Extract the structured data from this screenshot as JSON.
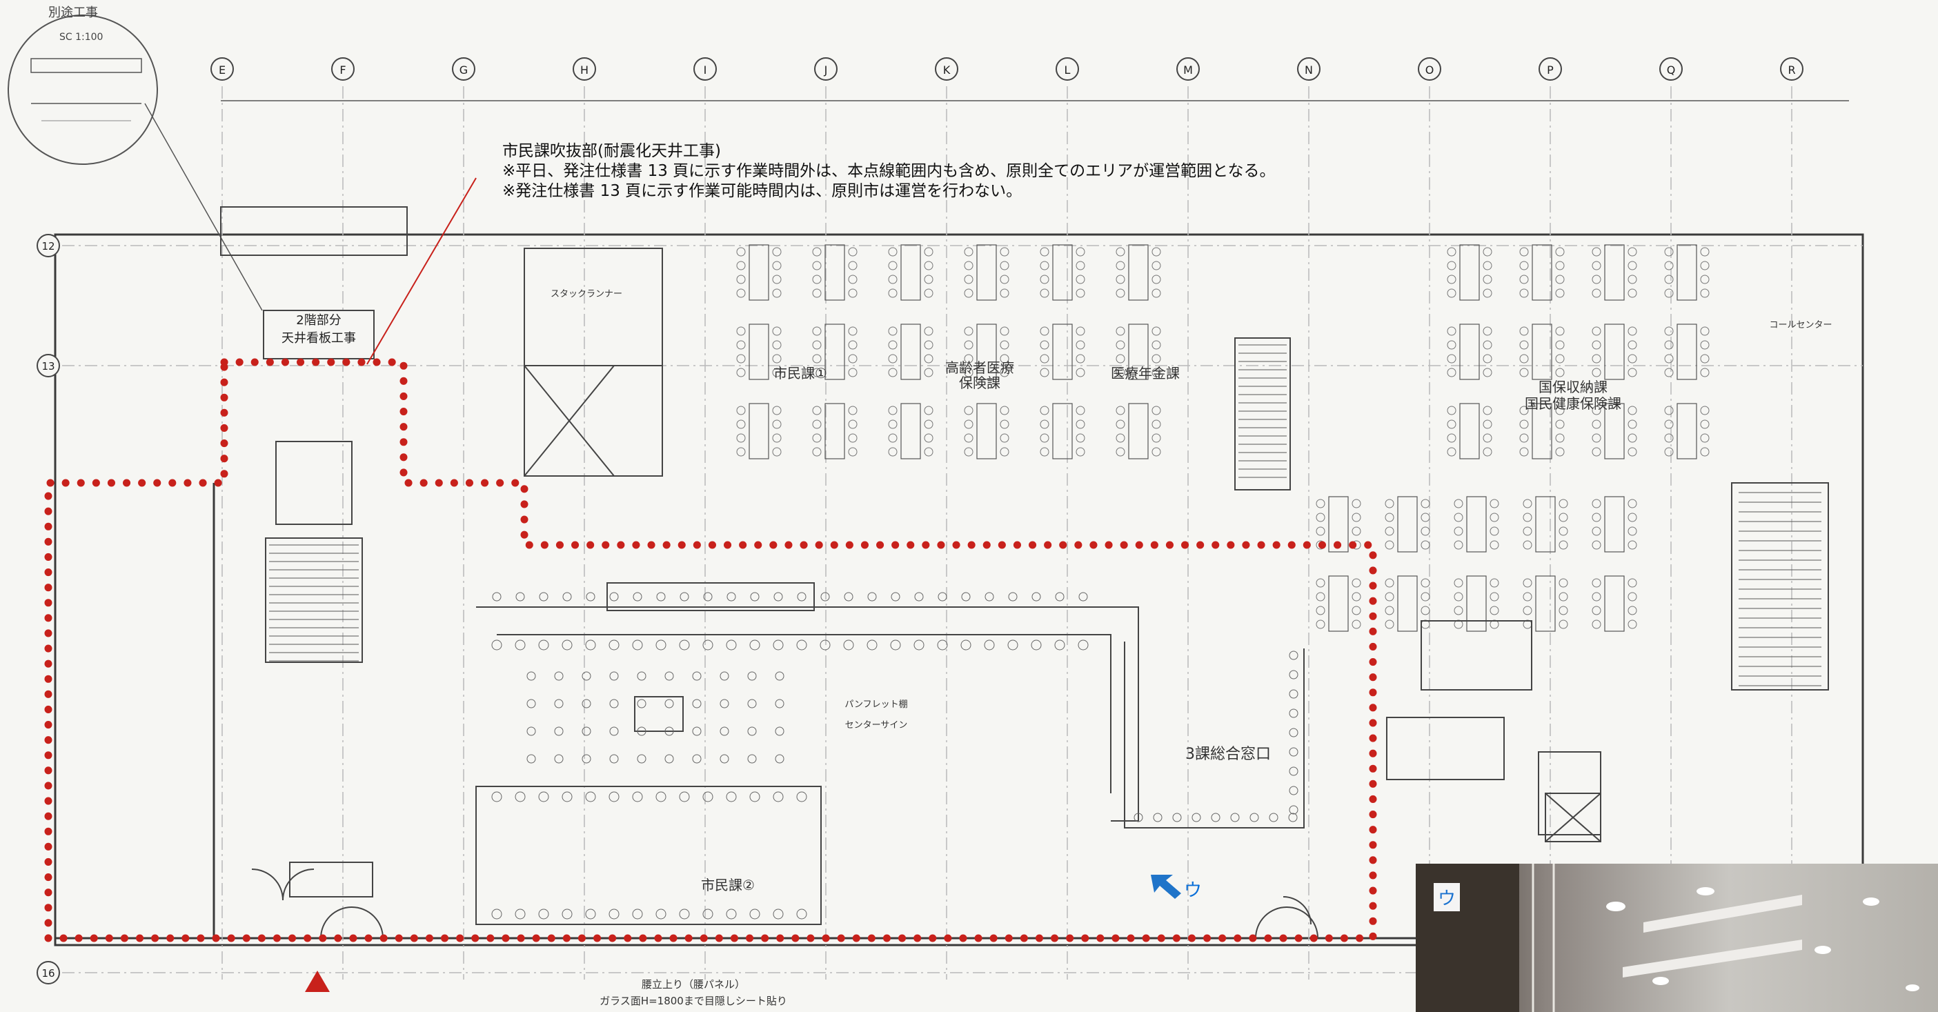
{
  "annotation": {
    "title": "市民課吹抜部(耐震化天井工事)",
    "line1": "※平日、発注仕様書 13 頁に示す作業時間外は、本点線範囲内も含め、原則全てのエリアが運営範囲となる。",
    "line2": "※発注仕様書 13 頁に示す作業可能時間内は、原則市は運営を行わない。"
  },
  "detail": {
    "title": "別途工事",
    "scale": "SC 1:100"
  },
  "stair_label": "2階部分\n天井看板工事",
  "column_grid": [
    "E",
    "F",
    "G",
    "H",
    "I",
    "J",
    "K",
    "L",
    "M",
    "N",
    "O",
    "P",
    "Q",
    "R"
  ],
  "row_grid": [
    "12",
    "13",
    "16"
  ],
  "zones": {
    "shiminka1": "市民課①",
    "shiminka2": "市民課②",
    "koureisha": "高齢者医療\n保険課",
    "iryou": "医療年金課",
    "kokuho": "国保収納課\n国民健康保険課",
    "madoguchi": "3課総合窓口",
    "callcenter": "コールセンター",
    "stackrunner": "スタックランナー",
    "pamphlet": "パンフレット棚",
    "center_sign": "センターサイン"
  },
  "viewpoint_label": "ウ",
  "photo_label": "ウ",
  "bottom_note": "腰立上り（腰パネル）\nガラス面H=1800まで目隠しシート貼り",
  "colors": {
    "dotted_boundary": "#c8211b",
    "marker": "#c8211b",
    "arrow": "#1f74c9",
    "line": "#3a3a3a"
  }
}
